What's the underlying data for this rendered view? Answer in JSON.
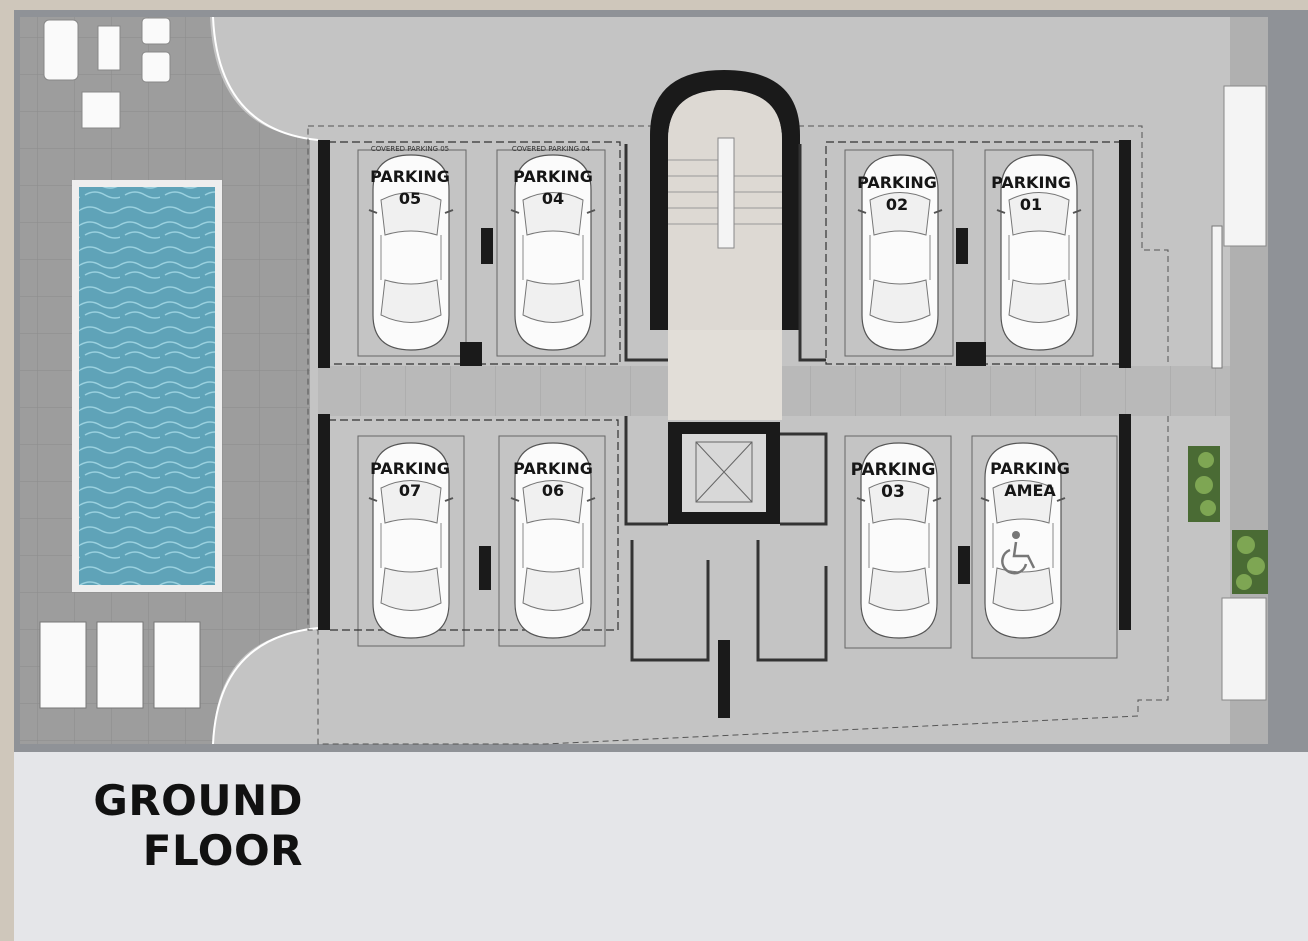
{
  "floor": {
    "line1": "GROUND",
    "line2": "FLOOR"
  },
  "covered": {
    "p05": "COVERED PARKING 05",
    "p04": "COVERED PARKING 04"
  },
  "spaces": [
    {
      "id": "05",
      "l1": "PARKING",
      "l2": "05"
    },
    {
      "id": "04",
      "l1": "PARKING",
      "l2": "04"
    },
    {
      "id": "02",
      "l1": "PARKING",
      "l2": "02"
    },
    {
      "id": "01",
      "l1": "PARKING",
      "l2": "01"
    },
    {
      "id": "07",
      "l1": "PARKING",
      "l2": "07"
    },
    {
      "id": "06",
      "l1": "PARKING",
      "l2": "06"
    },
    {
      "id": "03",
      "l1": "PARKING",
      "l2": "03"
    },
    {
      "id": "amea",
      "l1": "PARKING",
      "l2": "AMEA"
    }
  ],
  "icons": {
    "accessible": "wheelchair-icon",
    "car": "car-icon"
  },
  "colors": {
    "pool": "#5fa3b8",
    "ground": "#c9c9c9",
    "wall": "#1a1a1a",
    "caption": "#e5e6e9"
  }
}
